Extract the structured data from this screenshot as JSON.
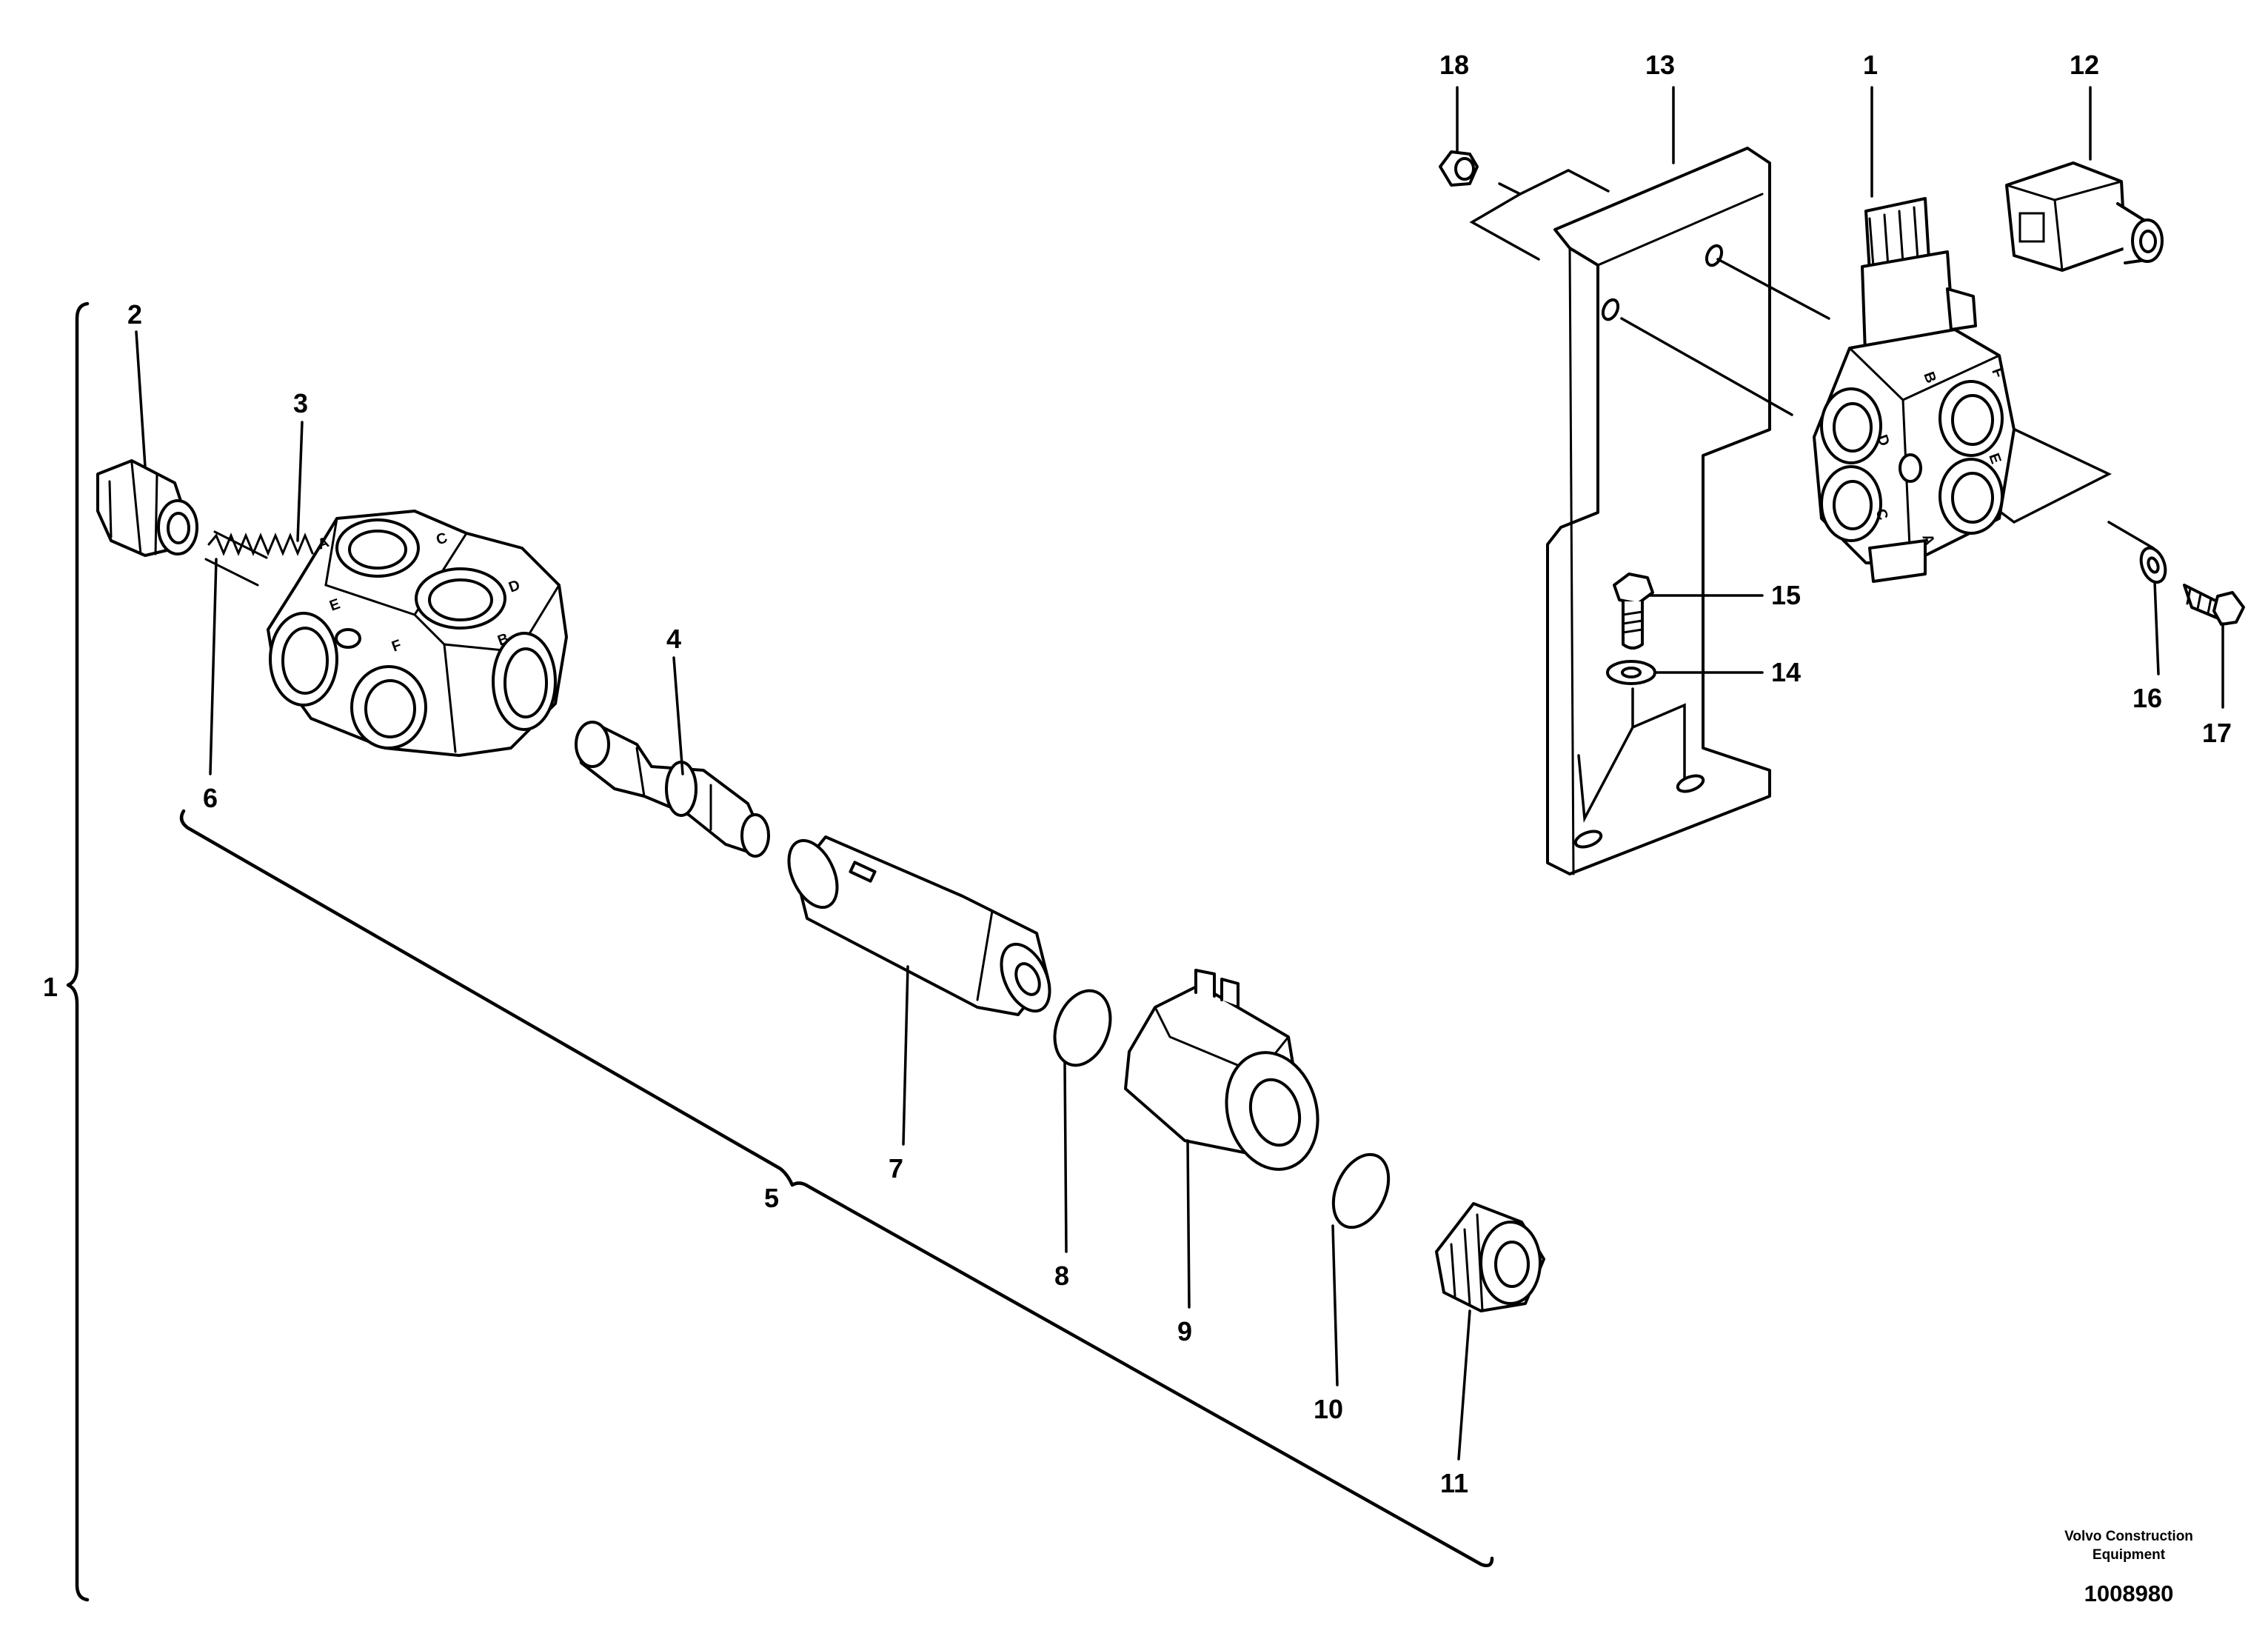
{
  "callouts": {
    "c1_assembly": "1",
    "c1_top": "1",
    "c2": "2",
    "c3": "3",
    "c4": "4",
    "c5": "5",
    "c6": "6",
    "c7": "7",
    "c8": "8",
    "c9": "9",
    "c10": "10",
    "c11": "11",
    "c12": "12",
    "c13": "13",
    "c14": "14",
    "c15": "15",
    "c16": "16",
    "c17": "17",
    "c18": "18"
  },
  "port_letters": {
    "a": "A",
    "b": "B",
    "c": "C",
    "d": "D",
    "e": "E",
    "f": "F"
  },
  "credit": {
    "line1": "Volvo Construction",
    "line2": "Equipment",
    "figure_number": "1008980"
  }
}
